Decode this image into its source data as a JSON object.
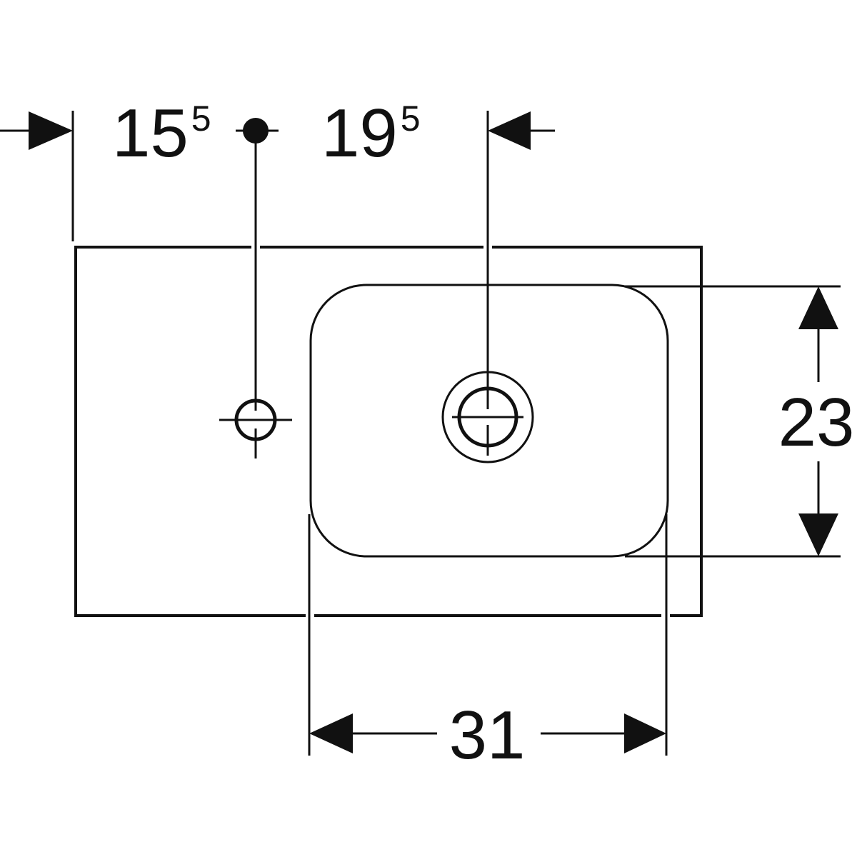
{
  "dimensions": {
    "left_offset": {
      "base": "15",
      "superscript": "5"
    },
    "right_offset": {
      "base": "19",
      "superscript": "5"
    },
    "bowl_depth": "23",
    "bowl_width": "31"
  },
  "colors": {
    "line": "#111111",
    "background": "#ffffff"
  }
}
